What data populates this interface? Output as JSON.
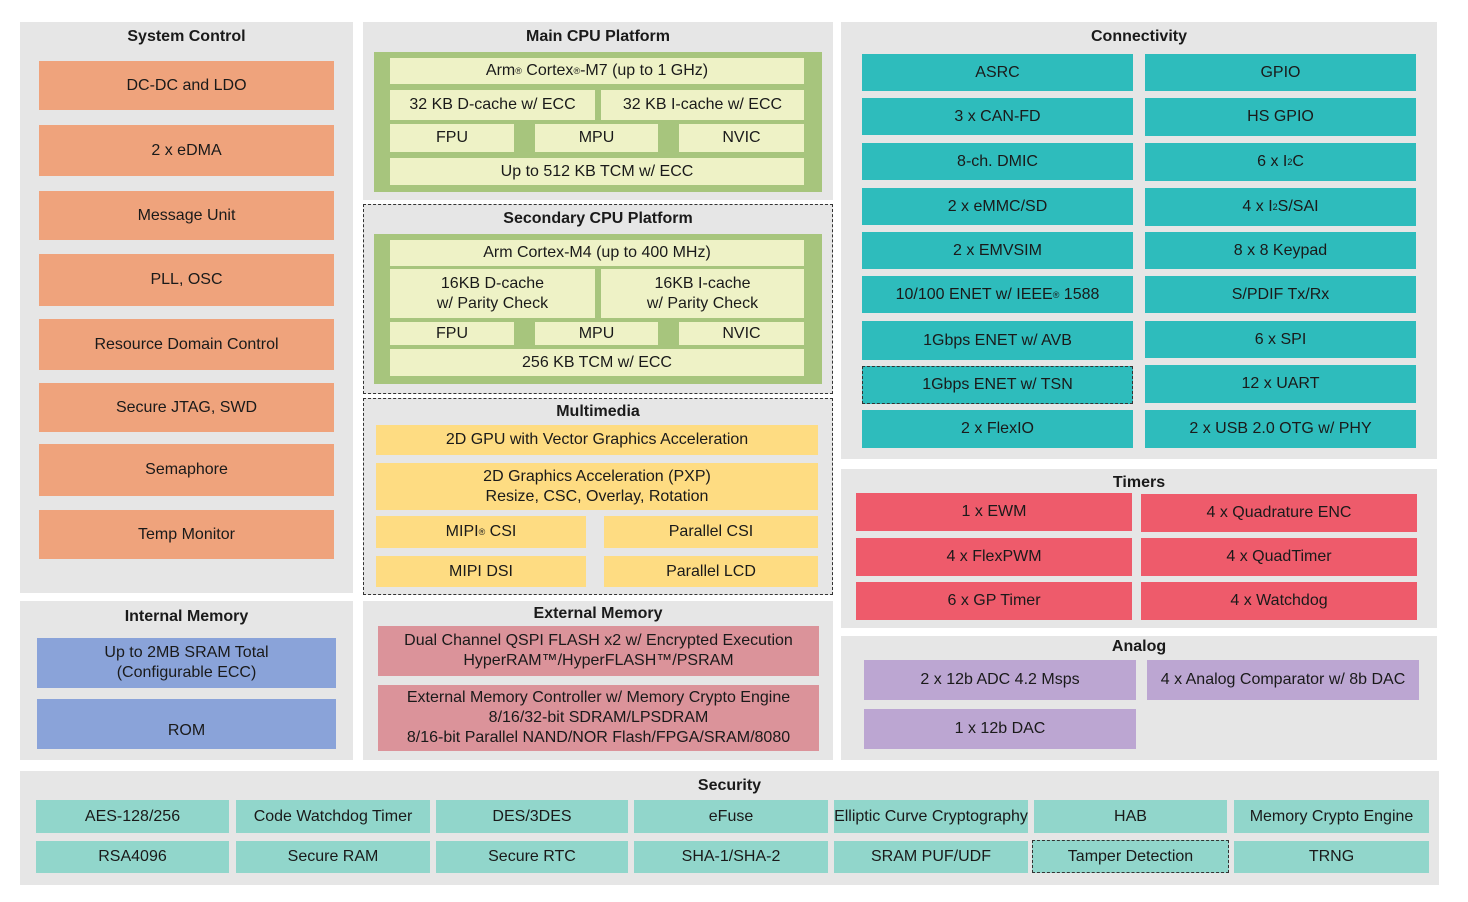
{
  "system_control": {
    "title": "System Control",
    "items": [
      "DC-DC and LDO",
      "2 x eDMA",
      "Message Unit",
      "PLL, OSC",
      "Resource Domain Control",
      "Secure JTAG, SWD",
      "Semaphore",
      "Temp Monitor"
    ]
  },
  "main_cpu": {
    "title": "Main CPU Platform",
    "core": "Arm® Cortex®-M7 (up to 1 GHz)",
    "dcache": "32 KB D-cache w/ ECC",
    "icache": "32 KB I-cache w/ ECC",
    "fpu": "FPU",
    "mpu": "MPU",
    "nvic": "NVIC",
    "tcm": "Up to 512 KB TCM w/ ECC"
  },
  "secondary_cpu": {
    "title": "Secondary CPU Platform",
    "core": "Arm Cortex-M4 (up to 400 MHz)",
    "dcache": "16KB D-cache\nw/ Parity Check",
    "icache": "16KB I-cache\nw/ Parity Check",
    "fpu": "FPU",
    "mpu": "MPU",
    "nvic": "NVIC",
    "tcm": "256 KB TCM w/ ECC"
  },
  "multimedia": {
    "title": "Multimedia",
    "gpu": "2D GPU with Vector Graphics Acceleration",
    "pxp": "2D Graphics Acceleration (PXP)\nResize, CSC, Overlay, Rotation",
    "mipi_csi": "MIPI® CSI",
    "parallel_csi": "Parallel CSI",
    "mipi_dsi": "MIPI DSI",
    "parallel_lcd": "Parallel LCD"
  },
  "internal_memory": {
    "title": "Internal Memory",
    "sram": "Up to 2MB SRAM Total\n(Configurable ECC)",
    "rom": "ROM"
  },
  "external_memory": {
    "title": "External Memory",
    "qspi": "Dual Channel QSPI FLASH x2 w/ Encrypted Execution\nHyperRAM™/HyperFLASH™/PSRAM",
    "emc": "External Memory Controller w/ Memory Crypto Engine\n8/16/32-bit SDRAM/LPSDRAM\n8/16-bit Parallel NAND/NOR Flash/FPGA/SRAM/8080"
  },
  "connectivity": {
    "title": "Connectivity",
    "left": [
      "ASRC",
      "3 x CAN-FD",
      "8-ch. DMIC",
      "2 x eMMC/SD",
      "2 x EMVSIM",
      "10/100 ENET w/ IEEE® 1588",
      "1Gbps ENET w/ AVB",
      "1Gbps ENET w/ TSN",
      "2 x FlexIO"
    ],
    "right": [
      "GPIO",
      "HS GPIO",
      "6 x I²C",
      "4 x I²S/SAI",
      "8 x 8 Keypad",
      "S/PDIF Tx/Rx",
      "6 x SPI",
      "12 x UART",
      "2 x USB 2.0 OTG w/ PHY"
    ]
  },
  "timers": {
    "title": "Timers",
    "left": [
      "1 x EWM",
      "4 x FlexPWM",
      "6 x GP Timer"
    ],
    "right": [
      "4 x Quadrature ENC",
      "4 x QuadTimer",
      "4 x Watchdog"
    ]
  },
  "analog": {
    "title": "Analog",
    "adc": "2 x 12b ADC 4.2 Msps",
    "comparator": "4 x Analog Comparator w/ 8b DAC",
    "dac": "1 x 12b DAC"
  },
  "security": {
    "title": "Security",
    "row1": [
      "AES-128/256",
      "Code Watchdog Timer",
      "DES/3DES",
      "eFuse",
      "Elliptic Curve Cryptography",
      "HAB",
      "Memory Crypto Engine"
    ],
    "row2": [
      "RSA4096",
      "Secure RAM",
      "Secure RTC",
      "SHA-1/SHA-2",
      "SRAM PUF/UDF",
      "Tamper Detection",
      "TRNG"
    ]
  },
  "colors": {
    "panel": "#e6e6e6",
    "orange": "#efa37c",
    "blue": "#8aa3d9",
    "green": "#a7c57d",
    "cream": "#eef2c6",
    "yellow": "#fedc82",
    "pink": "#db939a",
    "teal": "#2ebcbc",
    "red": "#ee5b6b",
    "lavender": "#bca6d2",
    "mint": "#91d6cb"
  }
}
